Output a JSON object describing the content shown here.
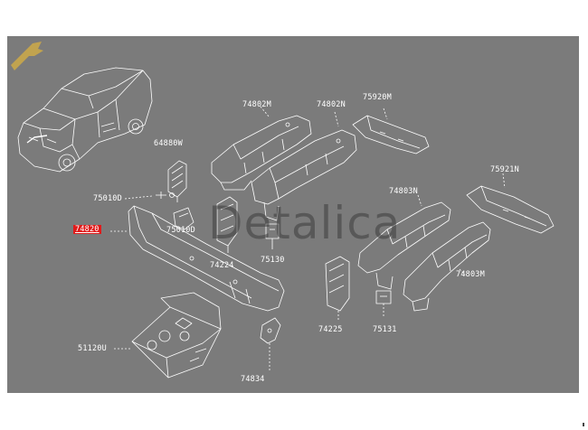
{
  "watermark": {
    "text": "Detalica"
  },
  "labels": {
    "p74802m_left": "74802M",
    "p74802n": "74802N",
    "p75920m": "75920M",
    "p64880w": "64880W",
    "p75921n": "75921N",
    "p75010d_top": "75010D",
    "p74803n": "74803N",
    "p74820": "74820",
    "p75010d_bot": "75010D",
    "p74224": "74224",
    "p75130": "75130",
    "p74803m": "74803M",
    "p51120u": "51120U",
    "p74225": "74225",
    "p75131": "75131",
    "p74834": "74834"
  },
  "colors": {
    "background": "#7b7b7b",
    "line": "#ffffff",
    "highlight": "#e01a1a",
    "watermark": "#3c3c3c",
    "watermark_icon": "#d8b040"
  }
}
